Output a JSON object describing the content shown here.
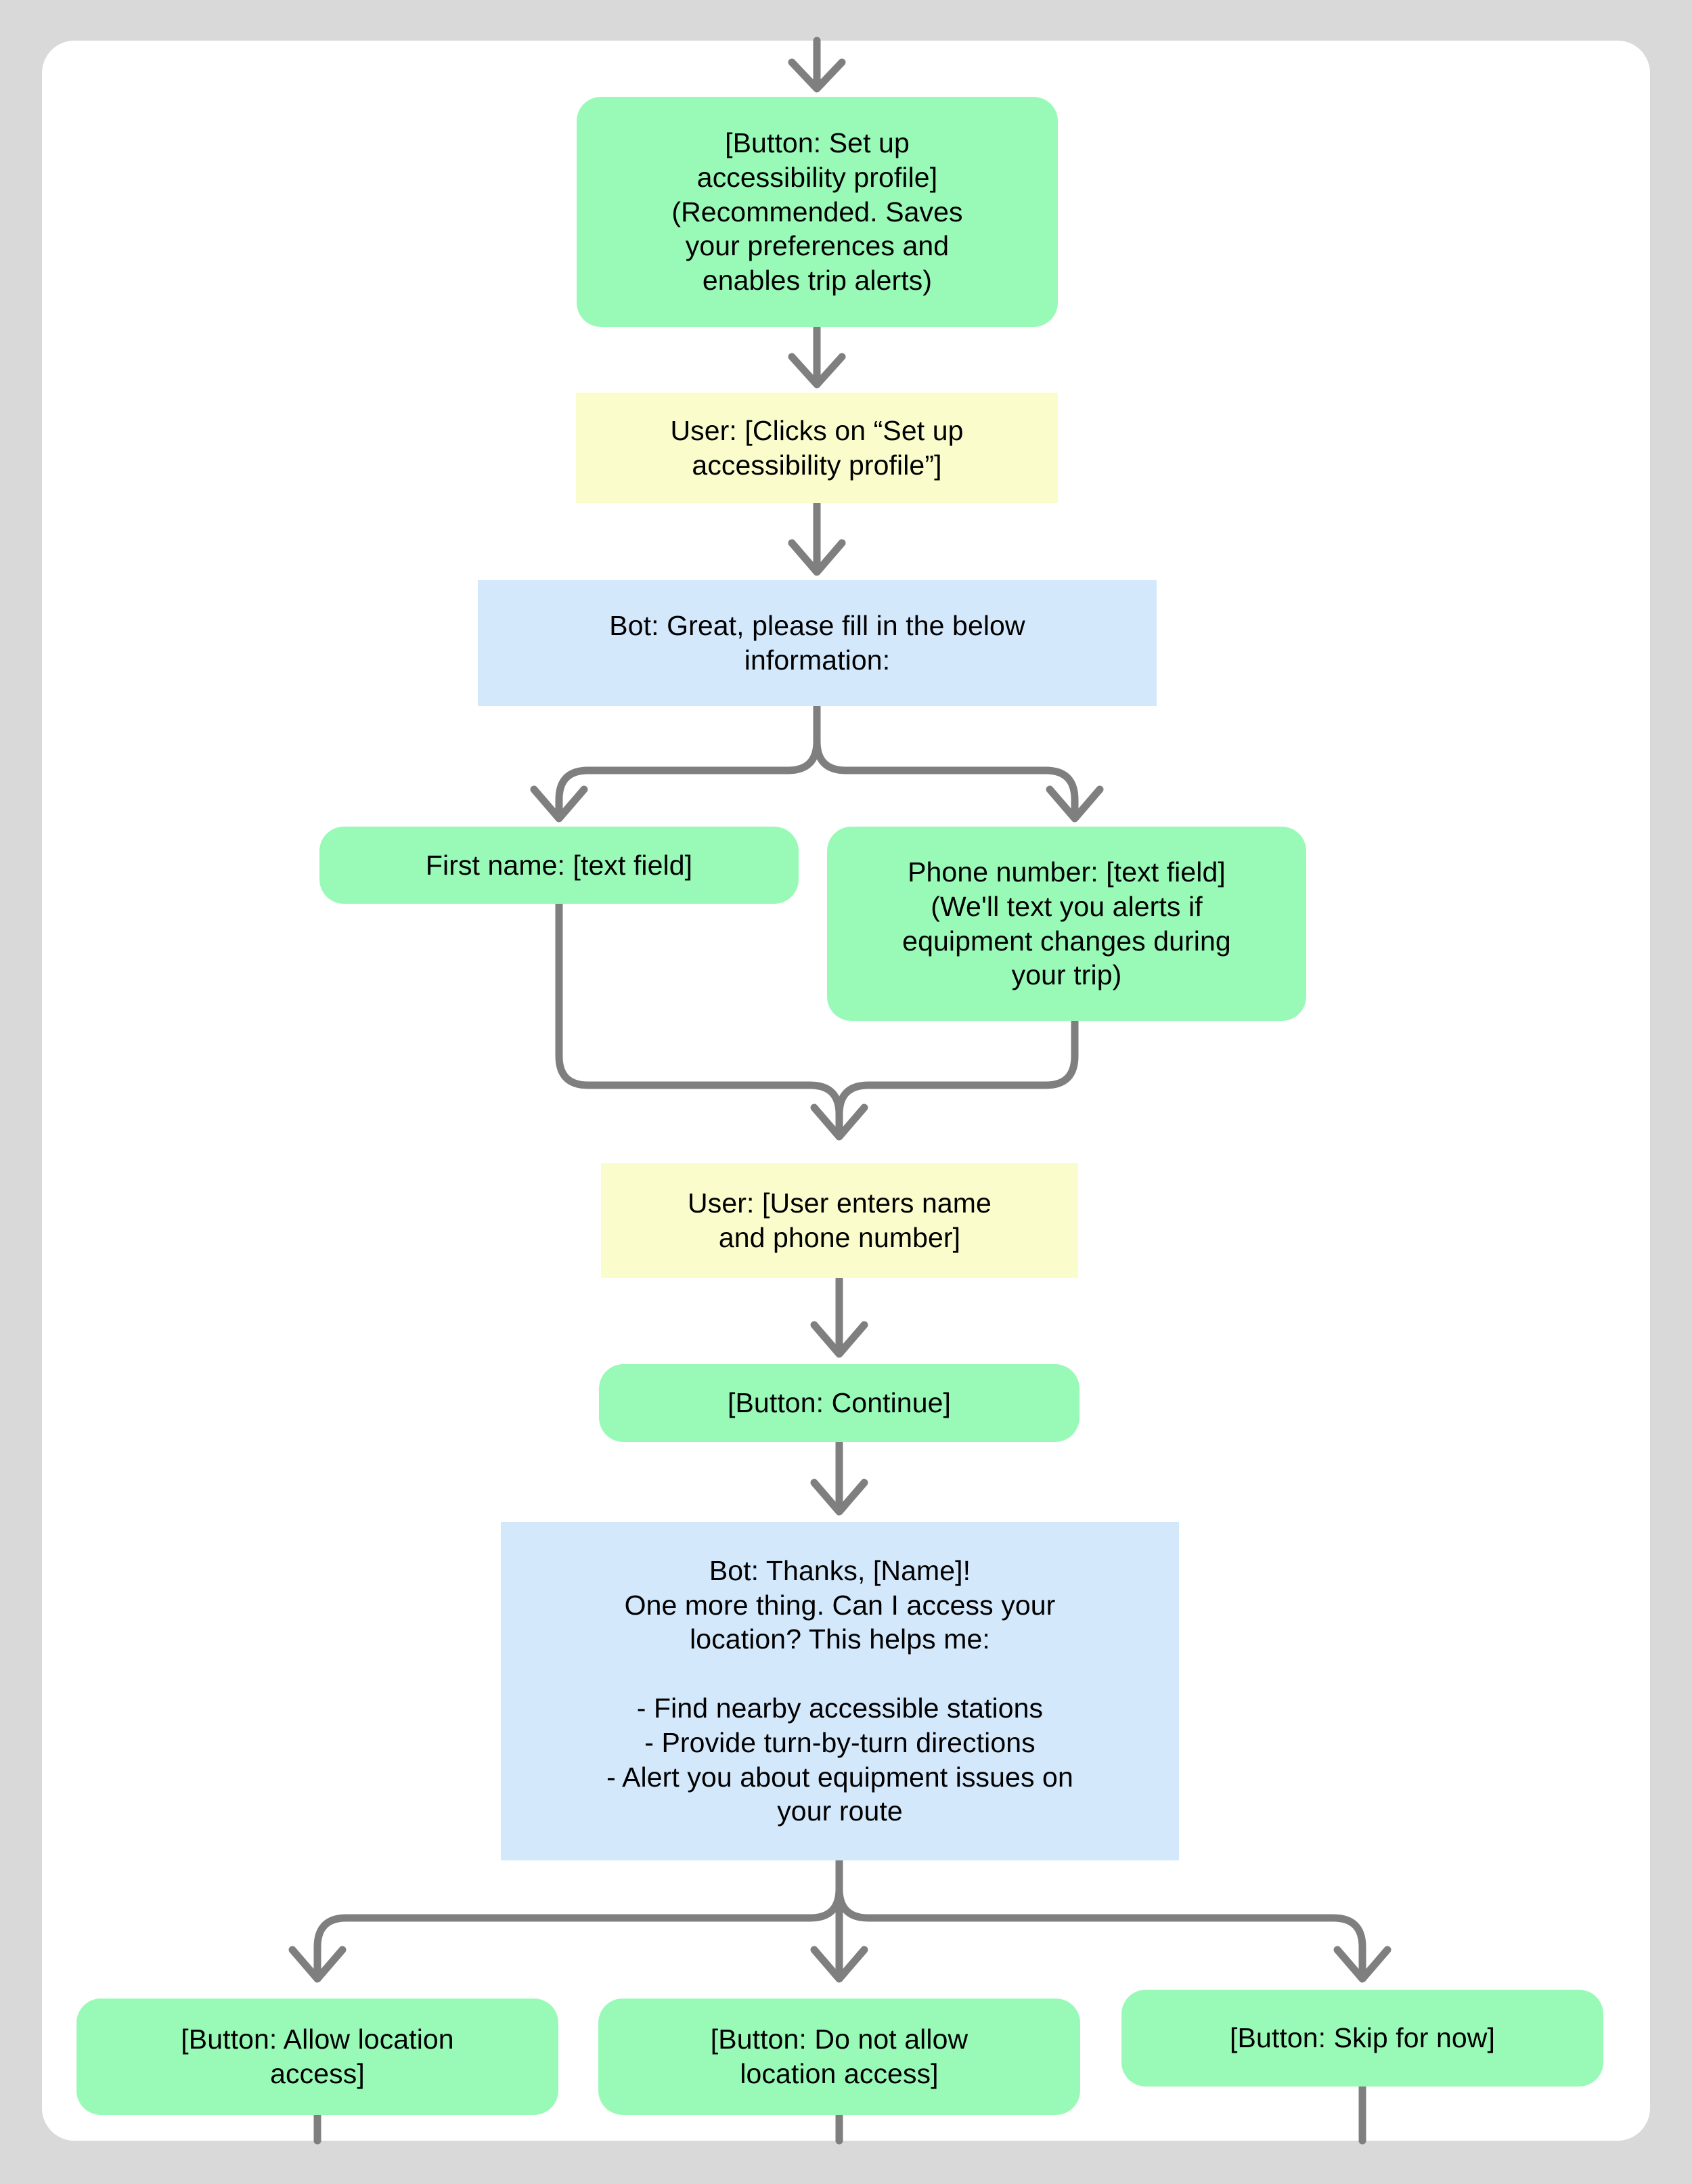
{
  "diagram": {
    "title": "Accessibility profile setup chatbot flow",
    "background_color": "#d9d9d9",
    "card_color": "#ffffff",
    "connector_color": "#7f7f7f",
    "node_colors": {
      "action": "#99fab8",
      "user": "#fafdcb",
      "bot": "#d4e8fc"
    },
    "nodes": [
      {
        "id": "setup-profile-button",
        "type": "action",
        "color": "#99fab8",
        "text": "[Button: Set up\naccessibility profile]\n(Recommended. Saves\nyour preferences and\nenables trip alerts)"
      },
      {
        "id": "user-clicks-setup",
        "type": "user",
        "color": "#fafdcb",
        "text": "User: [Clicks on “Set up\naccessibility profile”]"
      },
      {
        "id": "bot-fill-info",
        "type": "bot",
        "color": "#d4e8fc",
        "text": "Bot: Great, please fill in the below\ninformation:"
      },
      {
        "id": "first-name-field",
        "type": "action",
        "color": "#99fab8",
        "text": "First name: [text field]"
      },
      {
        "id": "phone-number-field",
        "type": "action",
        "color": "#99fab8",
        "text": "Phone number: [text field]\n(We'll text you alerts if\nequipment changes during\nyour trip)"
      },
      {
        "id": "user-enters-details",
        "type": "user",
        "color": "#fafdcb",
        "text": "User: [User enters name\nand phone number]"
      },
      {
        "id": "continue-button",
        "type": "action",
        "color": "#99fab8",
        "text": "[Button: Continue]"
      },
      {
        "id": "bot-location-request",
        "type": "bot",
        "color": "#d4e8fc",
        "text": "Bot: Thanks, [Name]!\nOne more thing. Can I access your\nlocation? This helps me:\n\n- Find nearby accessible stations\n- Provide turn-by-turn directions\n- Alert you about equipment issues on\nyour route"
      },
      {
        "id": "allow-location-button",
        "type": "action",
        "color": "#99fab8",
        "text": "[Button: Allow location\naccess]"
      },
      {
        "id": "deny-location-button",
        "type": "action",
        "color": "#99fab8",
        "text": "[Button: Do not allow\nlocation access]"
      },
      {
        "id": "skip-for-now-button",
        "type": "action",
        "color": "#99fab8",
        "text": "[Button: Skip for now]"
      }
    ]
  }
}
